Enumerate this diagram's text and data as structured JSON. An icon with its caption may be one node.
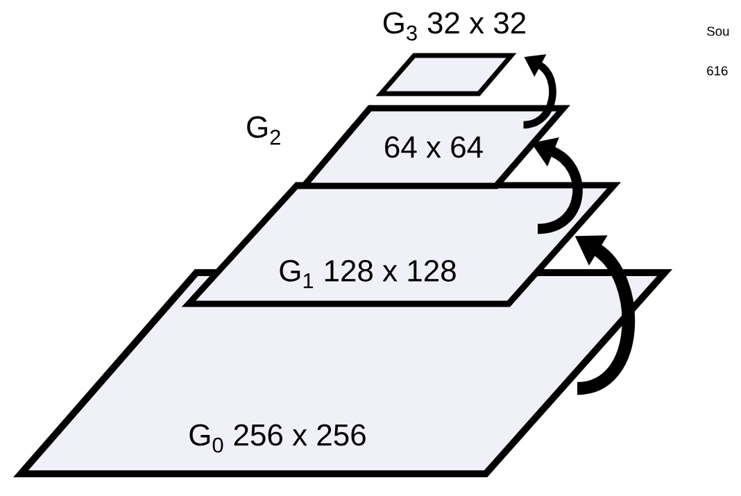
{
  "diagram": {
    "nodes": [
      {
        "text": [
          "G$_{3}$ 32 x 32"
        ]
      },
      {
        "text": [
          "G$_{2}$",
          "64 x 64"
        ]
      },
      {
        "text": [
          "G$_{1}$ 128 x 128"
        ]
      },
      {
        "text": [
          "G$_{0}$ 256 x 256"
        ]
      }
    ],
    "edges": [
      {
        "from": 3,
        "to": 2,
        "arrow": "to"
      },
      {
        "from": 2,
        "to": 1,
        "arrow": "to"
      },
      {
        "from": 1,
        "to": 0,
        "arrow": "to"
      }
    ],
    "labels": [
      "Sou",
      "616"
    ]
  }
}
